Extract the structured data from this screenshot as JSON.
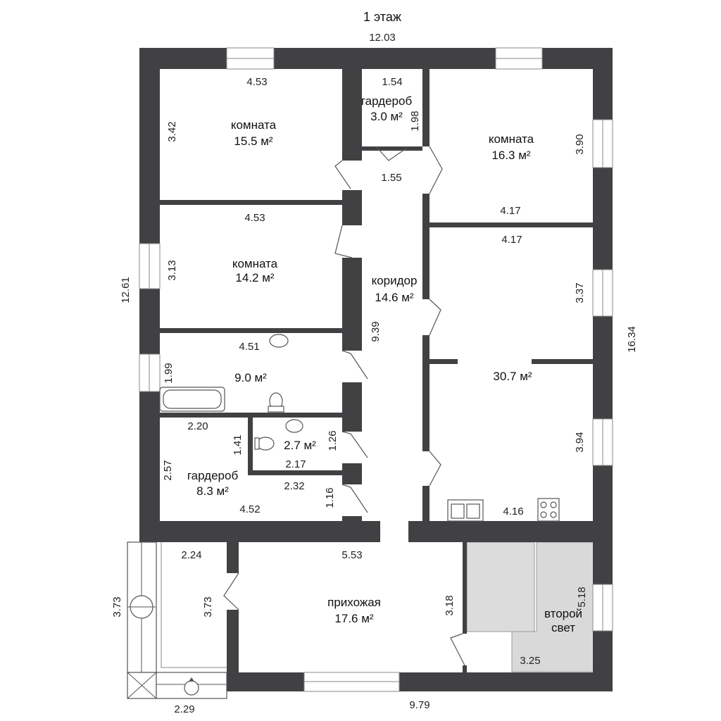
{
  "title": "1 этаж",
  "dimensions": {
    "top_total": "12.03",
    "bottom_total": "9.79",
    "left_total": "12.61",
    "right_total": "16.34",
    "r1_width": "4.53",
    "r1_height": "3.42",
    "wardrobe_top_width": "1.54",
    "wardrobe_top_height": "1.98",
    "corridor_top_width": "1.55",
    "r_right_top_height": "3.90",
    "r_right_top_width": "4.17",
    "r2_width": "4.53",
    "r2_height": "3.13",
    "r_right_mid_width": "4.17",
    "r_right_mid_height": "3.37",
    "bath_width": "4.51",
    "bath_height": "1.99",
    "corridor_length": "9.39",
    "wardrobe_bottom_top": "2.20",
    "wardrobe_bottom_height": "2.57",
    "wardrobe_bottom_inner": "2.32",
    "wardrobe_bottom_width": "4.52",
    "wc_height_left": "1.41",
    "wc_height_right": "1.26",
    "wc_width": "2.17",
    "small_passage": "1.16",
    "big_room_height": "3.94",
    "big_room_width": "4.16",
    "veranda_width": "2.24",
    "veranda_height": "3.73",
    "veranda_outer_height": "3.73",
    "veranda_bottom": "2.29",
    "hall_width": "5.53",
    "hall_height": "3.18",
    "second_light_height": "5.18",
    "second_light_width": "3.25"
  },
  "rooms": {
    "room1": {
      "name": "комната",
      "area": "15.5 м²"
    },
    "room2": {
      "name": "комната",
      "area": "14.2 м²"
    },
    "wardrobe_top": {
      "name": "гардероб",
      "area": "3.0 м²"
    },
    "room_right": {
      "name": "комната",
      "area": "16.3 м²"
    },
    "corridor": {
      "name": "коридор",
      "area": "14.6 м²"
    },
    "bathroom": {
      "area": "9.0 м²"
    },
    "wc": {
      "area": "2.7 м²"
    },
    "wardrobe_bottom": {
      "name": "гардероб",
      "area": "8.3 м²"
    },
    "big_room": {
      "area": "30.7 м²"
    },
    "hall": {
      "name": "прихожая",
      "area": "17.6 м²"
    },
    "second_light": {
      "name_line1": "второй",
      "name_line2": "свет"
    }
  },
  "colors": {
    "wall": "#414143",
    "void": "#dcdcdc",
    "second_light": "#d9d9d9"
  }
}
